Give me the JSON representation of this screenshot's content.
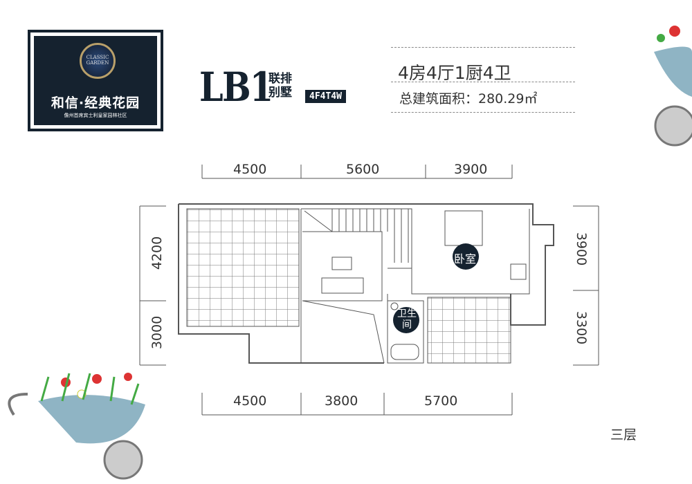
{
  "logo": {
    "seal_text": "CLASSIC GARDEN",
    "name": "和信·经典花园",
    "tagline": "儋州首席宾士利皇家园林社区"
  },
  "header": {
    "model": "LB1",
    "type_line1": "联排",
    "type_line2": "别墅",
    "code": "4F4T4W",
    "rooms": "4房4厅1厨4卫",
    "area": "总建筑面积：280.29㎡"
  },
  "dimensions": {
    "top": [
      "4500",
      "5600",
      "3900"
    ],
    "bottom": [
      "4500",
      "3800",
      "5700"
    ],
    "left": [
      "4200",
      "3000"
    ],
    "right": [
      "3900",
      "3300"
    ]
  },
  "room_labels": {
    "bedroom": "卧室",
    "bath_line1": "卫生",
    "bath_line2": "间"
  },
  "floor_label": "三层",
  "colors": {
    "navy": "#15222f",
    "line": "#555555"
  }
}
